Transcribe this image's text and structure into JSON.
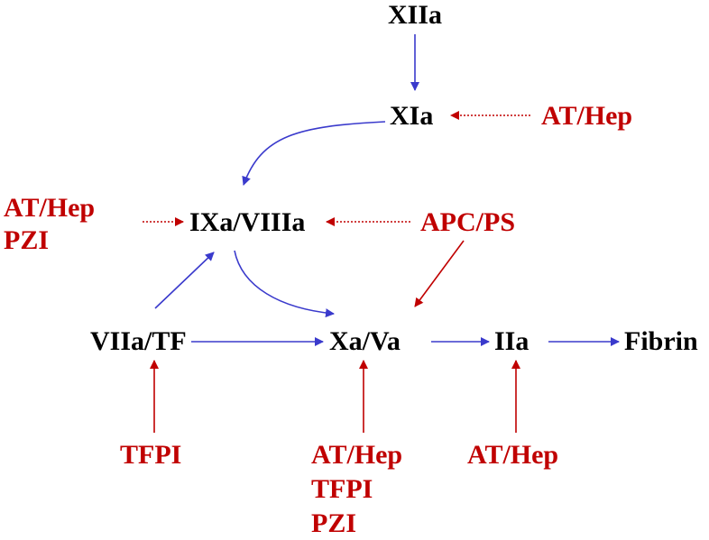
{
  "colors": {
    "factor_text": "#000000",
    "inhibitor_text": "#c00000",
    "activation_arrow": "#3a3acc",
    "inhibition_arrow": "#c00000"
  },
  "factors": {
    "xiia": "XIIa",
    "xia": "XIa",
    "ixa_viiia": "IXa/VIIIa",
    "viia_tf": "VIIa/TF",
    "xa_va": "Xa/Va",
    "iia": "IIa",
    "fibrin": "Fibrin"
  },
  "inhibitors": {
    "xia_inhibitor": "AT/Hep",
    "ixa_left": [
      "AT/Hep",
      "PZI"
    ],
    "apc_ps": "APC/PS",
    "viia_inhibitor": "TFPI",
    "xa_bottom": [
      "AT/Hep",
      "TFPI",
      "PZI"
    ],
    "iia_inhibitor": "AT/Hep"
  },
  "arrows": [
    {
      "from": "XIIa",
      "to": "XIa",
      "kind": "activation"
    },
    {
      "from": "XIa",
      "to": "IXa/VIIIa",
      "kind": "activation"
    },
    {
      "from": "IXa/VIIIa",
      "to": "Xa/Va",
      "kind": "activation"
    },
    {
      "from": "VIIa/TF",
      "to": "IXa/VIIIa",
      "kind": "activation"
    },
    {
      "from": "VIIa/TF",
      "to": "Xa/Va",
      "kind": "activation"
    },
    {
      "from": "Xa/Va",
      "to": "IIa",
      "kind": "activation"
    },
    {
      "from": "IIa",
      "to": "Fibrin",
      "kind": "activation"
    },
    {
      "from": "AT/Hep",
      "to": "XIa",
      "kind": "inhibition"
    },
    {
      "from": "AT/Hep, PZI",
      "to": "IXa/VIIIa",
      "kind": "inhibition"
    },
    {
      "from": "APC/PS",
      "to": "IXa/VIIIa",
      "kind": "inhibition"
    },
    {
      "from": "APC/PS",
      "to": "Xa/Va",
      "kind": "inhibition"
    },
    {
      "from": "TFPI",
      "to": "VIIa/TF",
      "kind": "inhibition"
    },
    {
      "from": "AT/Hep, TFPI, PZI",
      "to": "Xa/Va",
      "kind": "inhibition"
    },
    {
      "from": "AT/Hep",
      "to": "IIa",
      "kind": "inhibition"
    }
  ]
}
